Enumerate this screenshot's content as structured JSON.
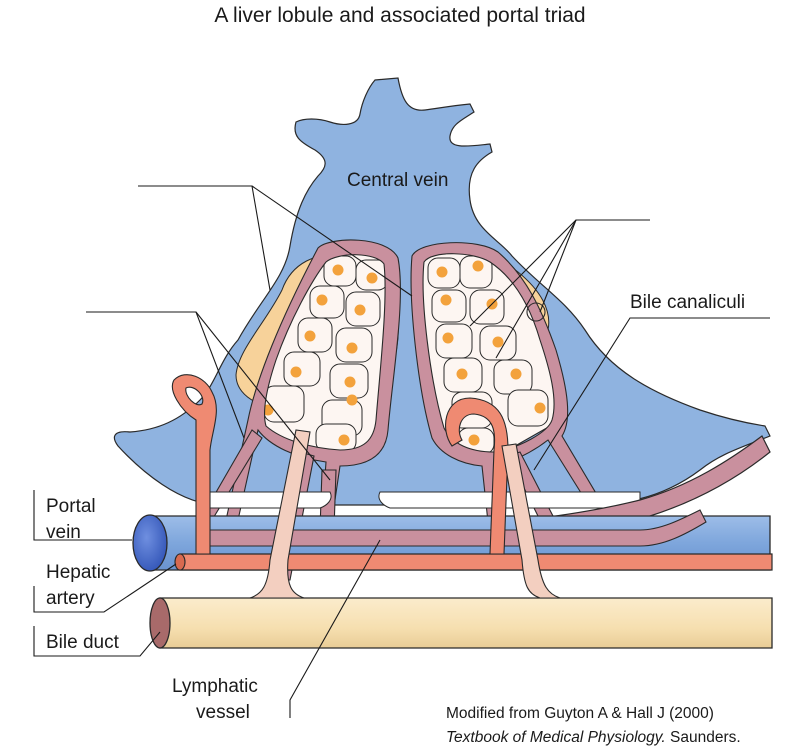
{
  "title": "A liver lobule and associated portal triad",
  "labels": {
    "central_vein": "Central vein",
    "bile_canaliculi": "Bile canaliculi",
    "portal_vein_1": "Portal",
    "portal_vein_2": "vein",
    "hepatic_artery_1": "Hepatic",
    "hepatic_artery_2": "artery",
    "bile_duct": "Bile duct",
    "lymphatic_1": "Lymphatic",
    "lymphatic_2": "vessel"
  },
  "credit": {
    "line1": "Modified from Guyton A & Hall J (2000)",
    "line2_italic": "Textbook of Medical Physiology.",
    "line2_rest": " Saunders."
  },
  "colors": {
    "central_vein_blue": "#8fb3e0",
    "portal_vein_blue": "#7ea6dc",
    "portal_end_blue": "#3d64c4",
    "hepatic_artery_red": "#ef8a72",
    "bile_duct_cream": "#f8e4b7",
    "bile_duct_end": "#a86a6a",
    "sinusoid_mauve": "#c9909e",
    "lymphatic_peach": "#f3cfc0",
    "space_of_disse": "#f7d29a",
    "hepatocyte": "#fdf6f2",
    "nucleus": "#f3a23c",
    "outline": "#222222"
  }
}
